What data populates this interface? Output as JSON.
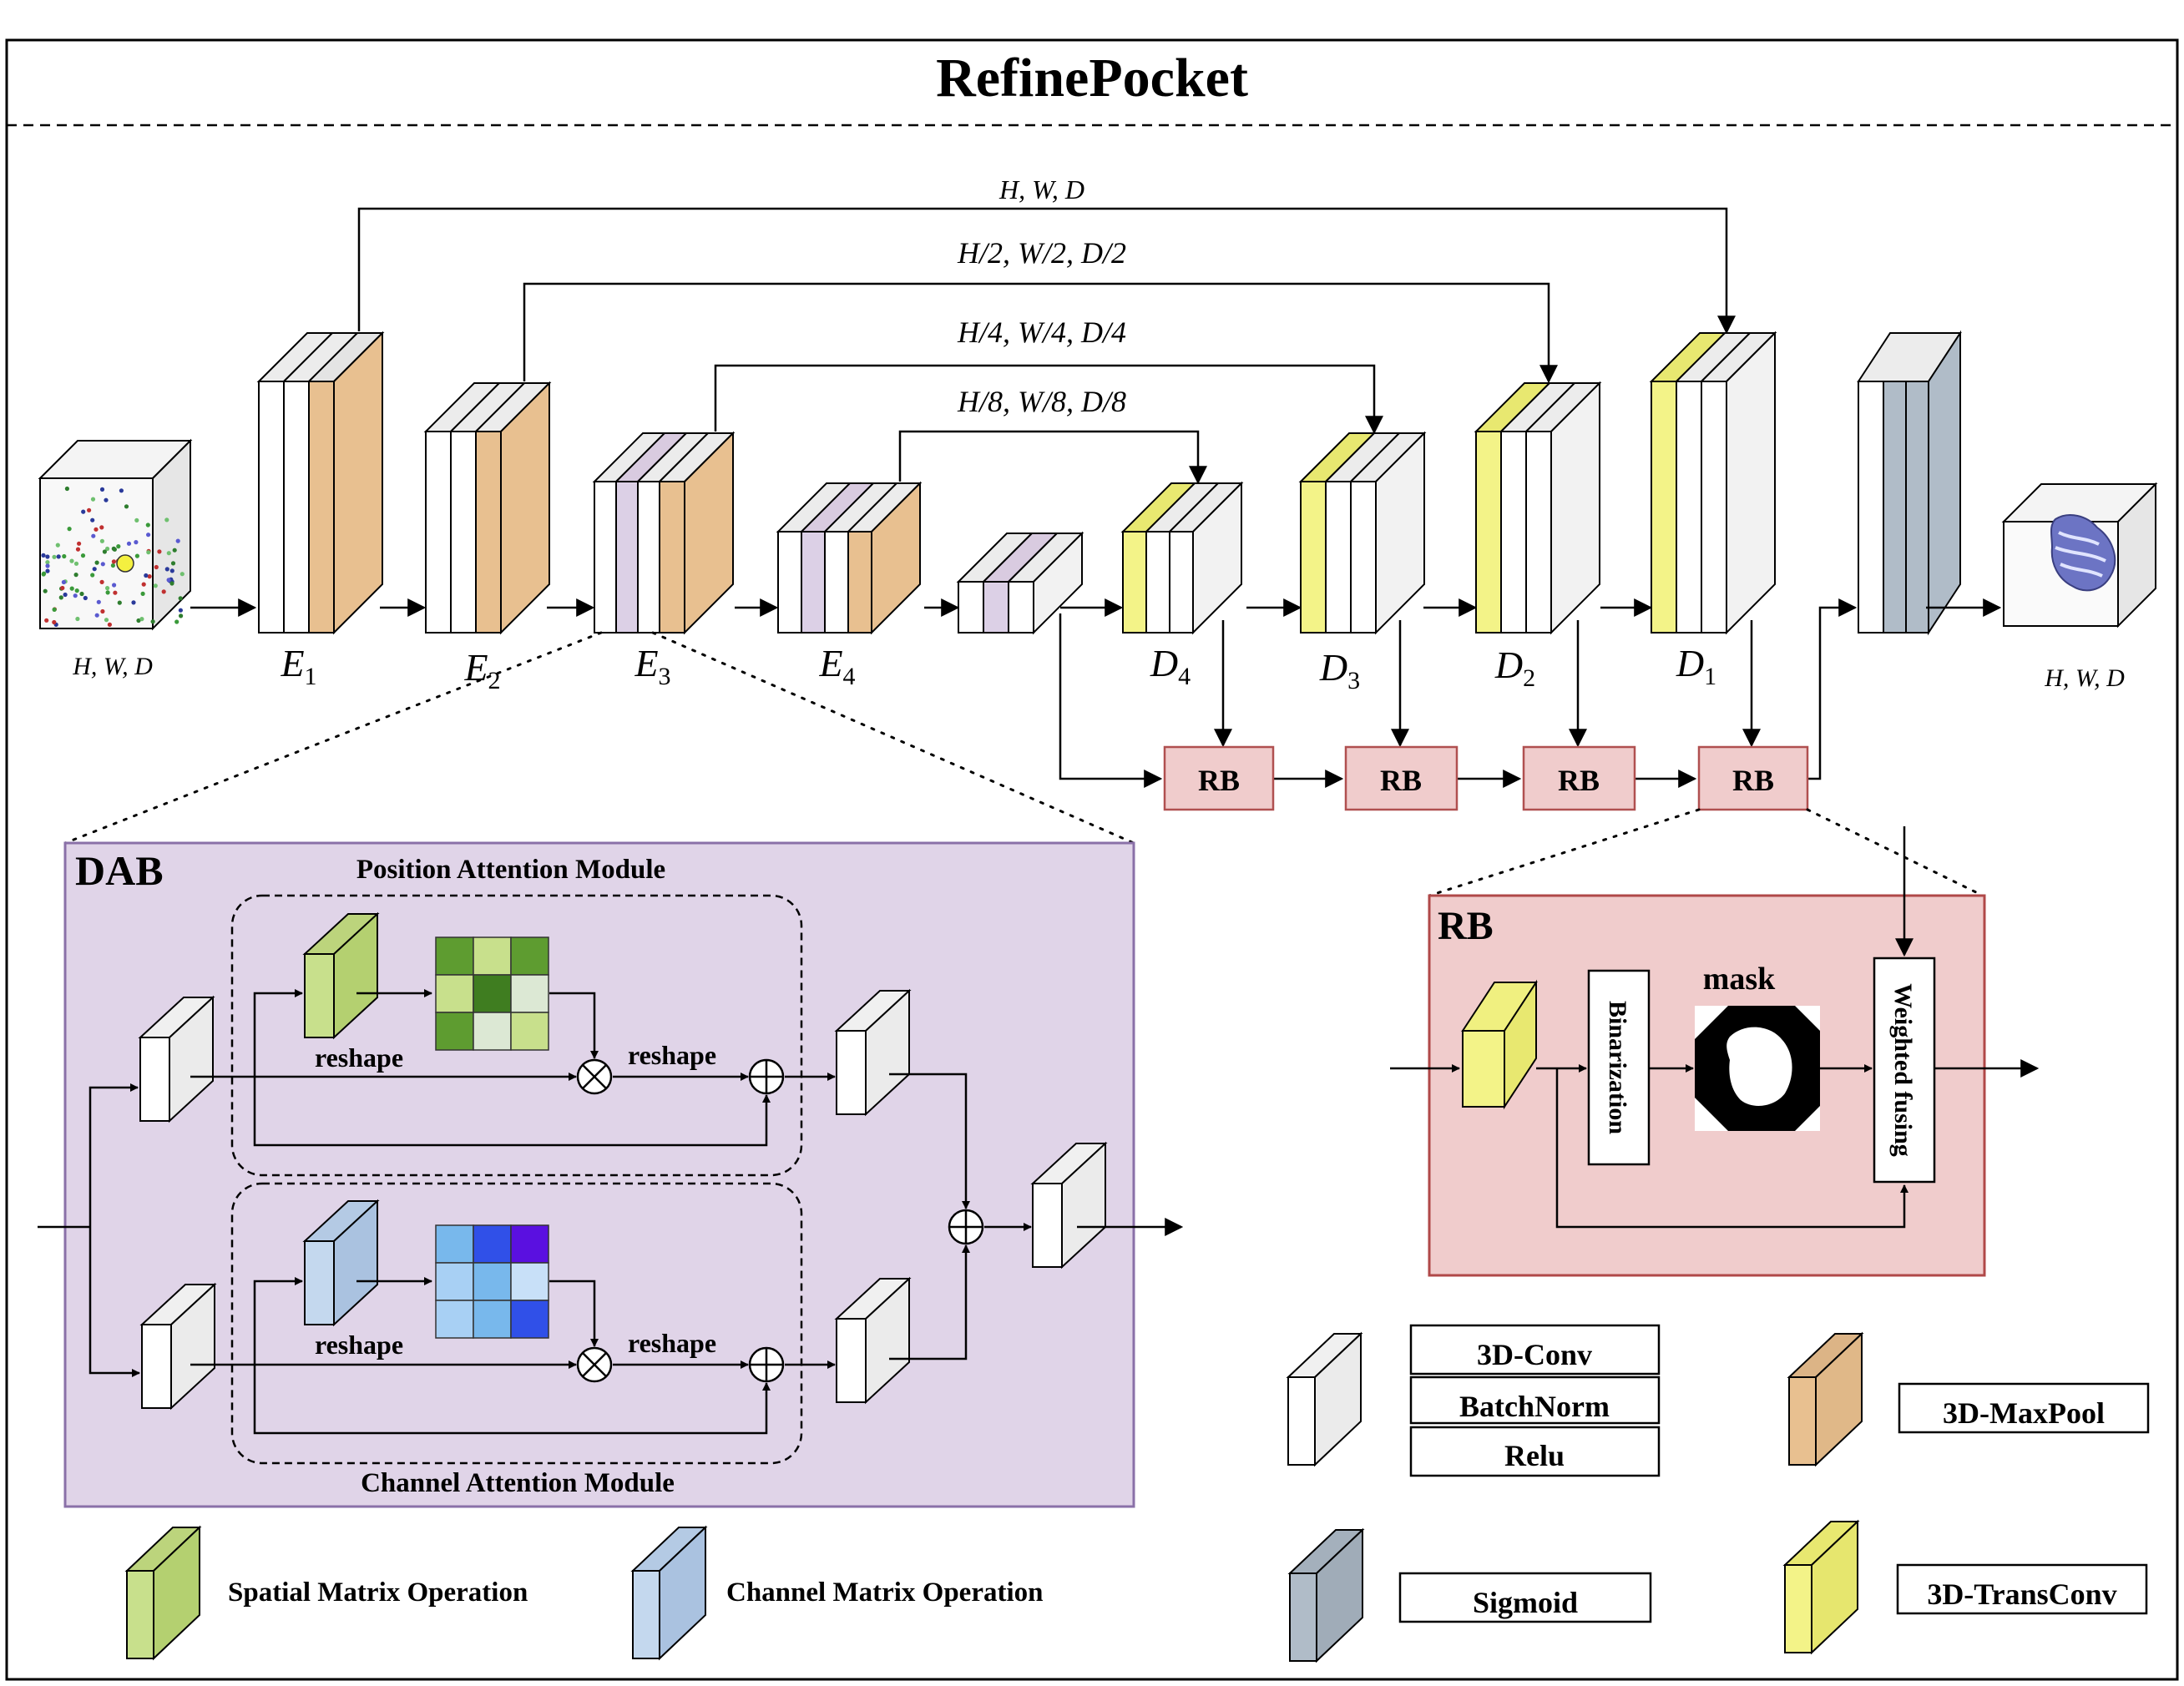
{
  "title": "RefinePocket",
  "input_label": "H, W, D",
  "output_label": "H, W, D",
  "skips": [
    {
      "label": "H, W, D"
    },
    {
      "label": "H/2, W/2, D/2"
    },
    {
      "label": "H/4, W/4, D/4"
    },
    {
      "label": "H/8, W/8, D/8"
    }
  ],
  "encoders": [
    {
      "base": "E",
      "sub": "1"
    },
    {
      "base": "E",
      "sub": "2"
    },
    {
      "base": "E",
      "sub": "3"
    },
    {
      "base": "E",
      "sub": "4"
    }
  ],
  "decoders": [
    {
      "base": "D",
      "sub": "4"
    },
    {
      "base": "D",
      "sub": "3"
    },
    {
      "base": "D",
      "sub": "2"
    },
    {
      "base": "D",
      "sub": "1"
    }
  ],
  "rb_label": "RB",
  "dab": {
    "title": "DAB",
    "pam_title": "Position Attention Module",
    "cam_title": "Channel Attention Module",
    "reshape": "reshape"
  },
  "rb_detail": {
    "title": "RB",
    "binarization": "Binarization",
    "mask": "mask",
    "weighted_fusing": "Weighted fusing"
  },
  "legend": {
    "conv": "3D-Conv",
    "batchnorm": "BatchNorm",
    "relu": "Relu",
    "maxpool": "3D-MaxPool",
    "sigmoid": "Sigmoid",
    "transconv": "3D-TransConv",
    "spatial": "Spatial Matrix Operation",
    "channel": "Channel Matrix Operation"
  },
  "colors": {
    "maxpool": "#e8c090",
    "attention": "#dcd0e6",
    "transconv": "#f3f388",
    "sigmoid": "#b0bcc8",
    "spatial": "#c8e08c",
    "channel": "#c4d8ee",
    "dab_bg": "#e0d4e8",
    "rb_bg": "#f0cccc"
  }
}
